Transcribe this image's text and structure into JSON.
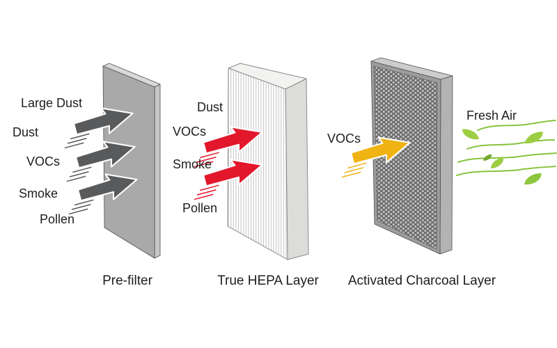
{
  "diagram": {
    "background_color": "#ffffff",
    "prefilter": {
      "caption": "Pre-filter",
      "labels": [
        "Large Dust",
        "Dust",
        "VOCs",
        "Smoke",
        "Pollen"
      ],
      "arrow_color": "#595a5c",
      "panel_front_color": "#a9a9a9",
      "panel_side_color": "#c6c6c6",
      "panel_top_color": "#d9d9d9"
    },
    "hepa": {
      "caption": "True HEPA Layer",
      "labels": [
        "Dust",
        "VOCs",
        "Smoke",
        "Pollen"
      ],
      "arrow_color": "#e3172c",
      "panel_front_color": "#ffffff",
      "pleat_line_color": "#c6c6c6",
      "panel_side_color": "#dcdcda"
    },
    "charcoal": {
      "caption": "Activated Charcoal Layer",
      "labels": [
        "VOCs"
      ],
      "arrow_color": "#f0b314",
      "panel_front_color": "#6e6e6e",
      "dot_color": "#c6c6c6",
      "frame_color": "#9c9c9c",
      "panel_side_color": "#b3b3b3"
    },
    "output": {
      "label": "Fresh Air",
      "leaf_color": "#9ccd43",
      "leaf_dark_color": "#73aa2e",
      "airflow_line_color": "#86c33c"
    },
    "text_color": "#1d1d1b"
  }
}
